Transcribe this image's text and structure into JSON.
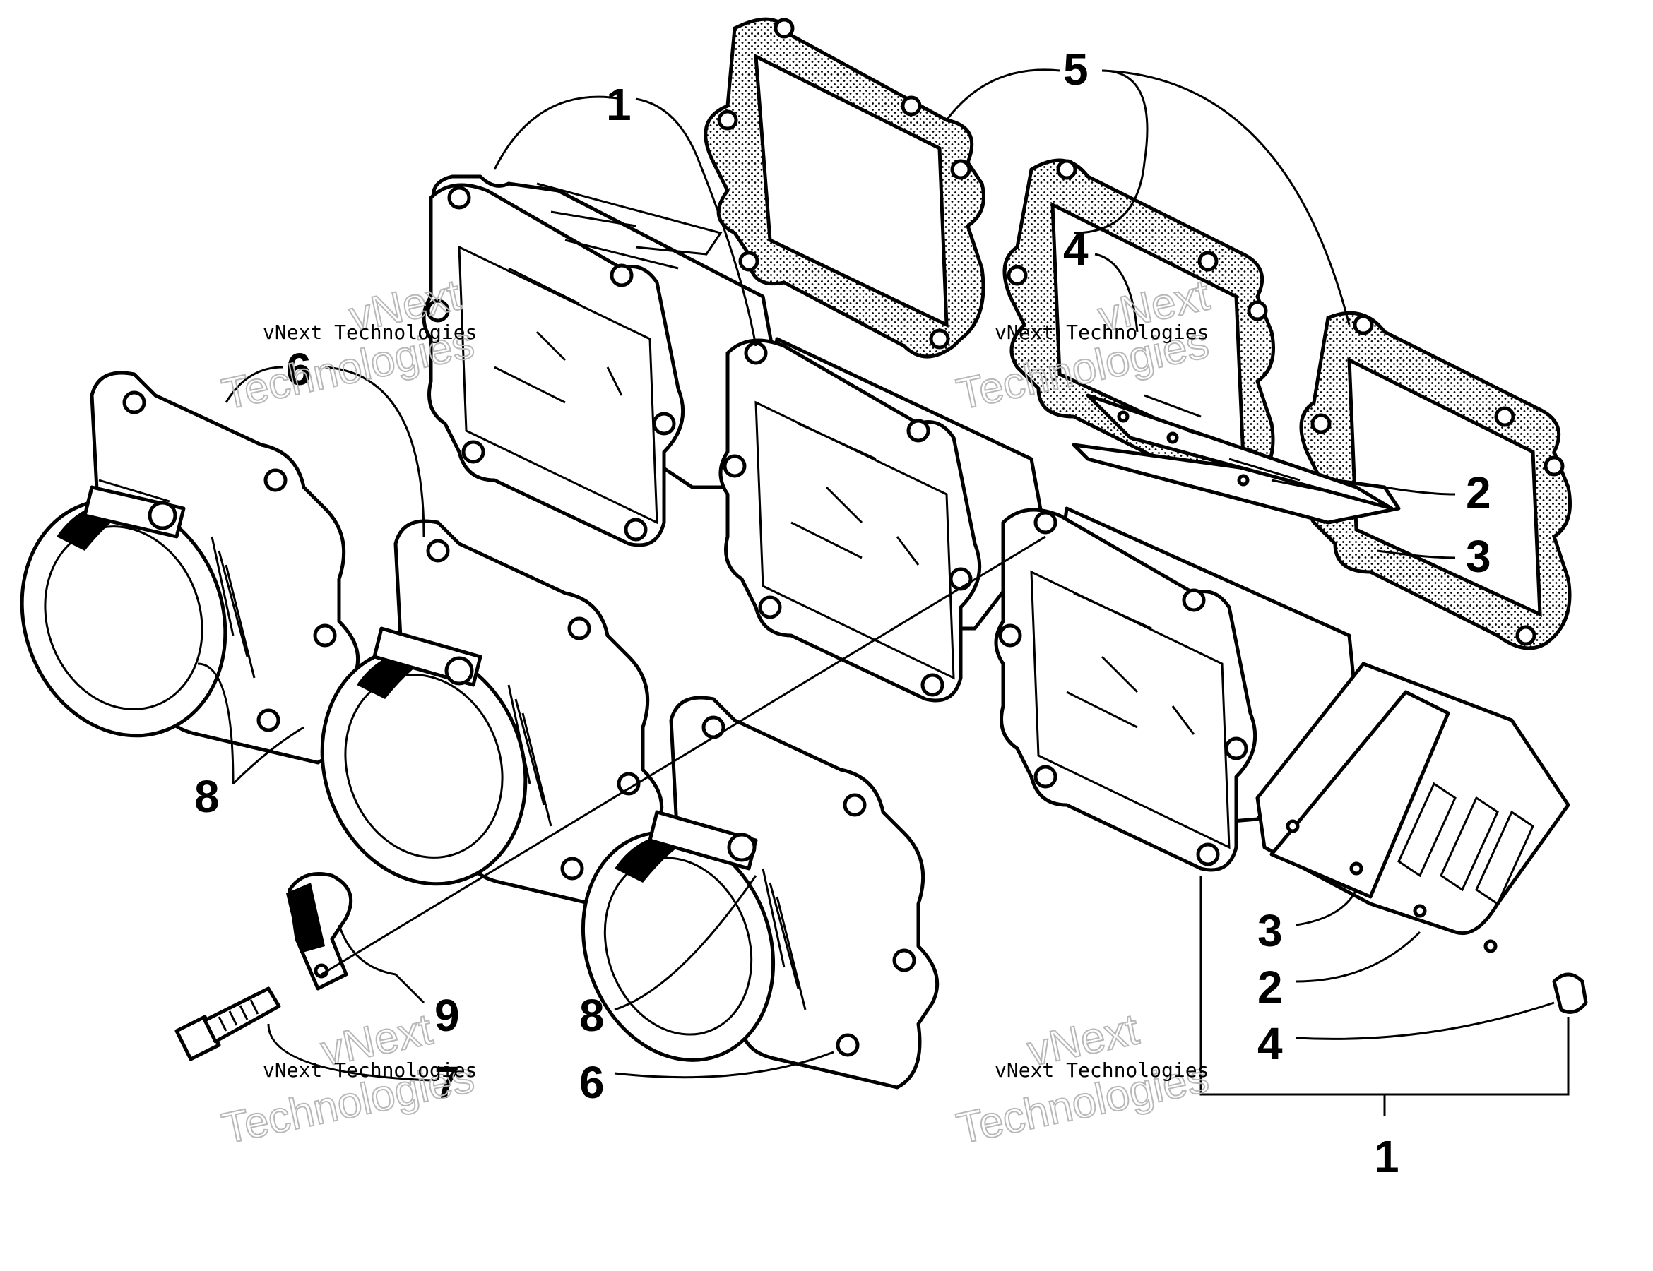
{
  "callouts": {
    "c1_top": "1",
    "c5": "5",
    "c6_left": "6",
    "c4_top": "4",
    "c2_right": "2",
    "c3_right": "3",
    "c8_left": "8",
    "c9": "9",
    "c7": "7",
    "c8_mid": "8",
    "c6_mid": "6",
    "c3_low": "3",
    "c2_low": "2",
    "c4_low": "4",
    "c1_bottom": "1"
  },
  "watermarks": {
    "small_text": "vNext Technologies",
    "big_line1": "vNext",
    "big_line2": "Technologies"
  }
}
